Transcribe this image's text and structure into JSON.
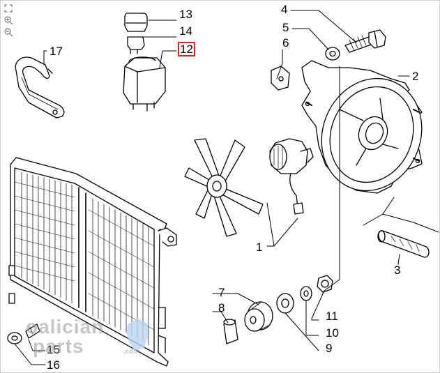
{
  "callouts": [
    {
      "id": "c13",
      "label": "13"
    },
    {
      "id": "c14",
      "label": "14"
    },
    {
      "id": "c12",
      "label": "12",
      "highlighted": true
    },
    {
      "id": "c17",
      "label": "17"
    },
    {
      "id": "c4",
      "label": "4"
    },
    {
      "id": "c5",
      "label": "5"
    },
    {
      "id": "c6",
      "label": "6"
    },
    {
      "id": "c2",
      "label": "2"
    },
    {
      "id": "c1",
      "label": "1"
    },
    {
      "id": "c3",
      "label": "3"
    },
    {
      "id": "c7",
      "label": "7"
    },
    {
      "id": "c8",
      "label": "8"
    },
    {
      "id": "c11",
      "label": "11"
    },
    {
      "id": "c10",
      "label": "10"
    },
    {
      "id": "c9",
      "label": "9"
    },
    {
      "id": "c15",
      "label": "15"
    },
    {
      "id": "c16",
      "label": "16"
    }
  ],
  "toolbar": {
    "icons": [
      "fit-icon",
      "zoom-in-icon",
      "zoom-out-icon"
    ]
  },
  "watermark": {
    "line1": "oalician",
    "line2": "parts",
    "suffix": ".com"
  },
  "colors": {
    "highlight": "#dd2222",
    "ink": "#000000",
    "watermark": "#9a9a9a",
    "watermark_accent": "#bcd4ef"
  }
}
